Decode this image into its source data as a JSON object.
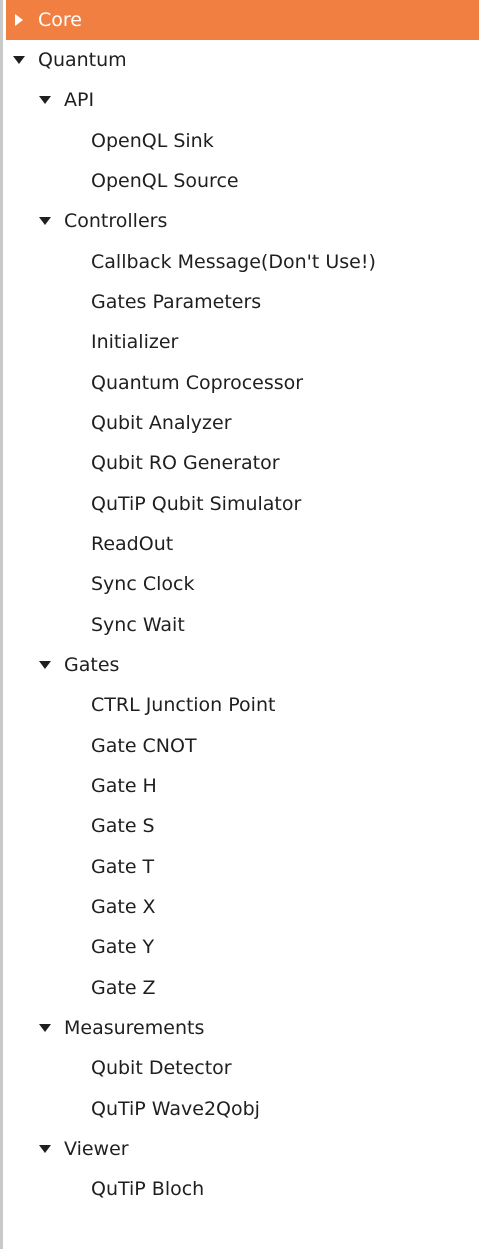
{
  "tree": {
    "core": {
      "label": "Core",
      "expanded": false,
      "selected": true,
      "icon": "caret-right-icon"
    },
    "quantum": {
      "label": "Quantum",
      "expanded": true,
      "icon": "caret-down-icon",
      "groups": [
        {
          "label": "API",
          "items": [
            "OpenQL Sink",
            "OpenQL Source"
          ]
        },
        {
          "label": "Controllers",
          "items": [
            "Callback Message(Don't Use!)",
            "Gates Parameters",
            "Initializer",
            "Quantum Coprocessor",
            "Qubit Analyzer",
            "Qubit RO Generator",
            "QuTiP Qubit Simulator",
            "ReadOut",
            "Sync Clock",
            "Sync Wait"
          ]
        },
        {
          "label": "Gates",
          "items": [
            "CTRL Junction Point",
            "Gate CNOT",
            "Gate H",
            "Gate S",
            "Gate T",
            "Gate X",
            "Gate Y",
            "Gate Z"
          ]
        },
        {
          "label": "Measurements",
          "items": [
            "Qubit Detector",
            "QuTiP Wave2Qobj"
          ]
        },
        {
          "label": "Viewer",
          "items": [
            "QuTiP Bloch"
          ]
        }
      ]
    }
  },
  "colors": {
    "selected_background": "#f17f42",
    "selected_text": "#ffffff",
    "text": "#1f1f1f",
    "left_border": "#c9c9c9"
  }
}
